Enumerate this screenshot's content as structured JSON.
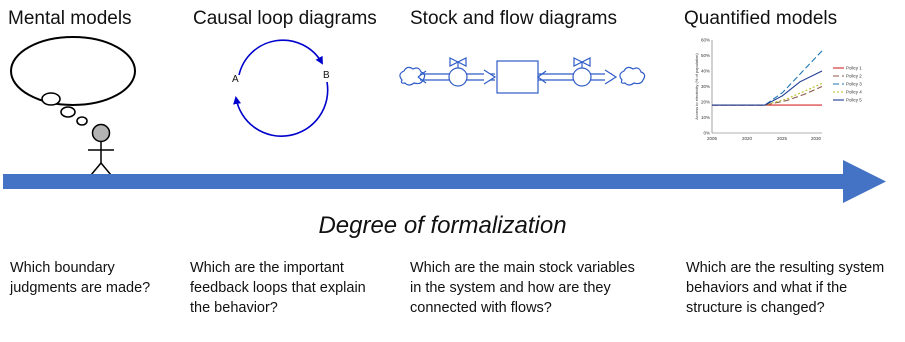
{
  "headings": {
    "mental": "Mental models",
    "causal": "Causal loop diagrams",
    "stock": "Stock and flow diagrams",
    "quantified": "Quantified models"
  },
  "causal_loop": {
    "node_a": "A",
    "node_b": "B"
  },
  "axis_title": "Degree of formalization",
  "questions": {
    "q1": "Which boundary judgments are made?",
    "q2": "Which are the important feedback loops that explain the behavior?",
    "q3": "Which are the main stock variables in the system and how are they connected with flows?",
    "q4": "Which are the resulting system behaviors and what if the structure is changed?"
  },
  "colors": {
    "arrow": "#4472C4",
    "diagram_blue": "#2F5CC8",
    "loop": "#0000CC"
  },
  "chart_data": {
    "type": "line",
    "ylabel": "Access to electricity (% of population)",
    "yticks": [
      "0%",
      "10%",
      "20%",
      "30%",
      "40%",
      "50%",
      "60%"
    ],
    "xticks": [
      "2005",
      "2020",
      "2025",
      "2030"
    ],
    "ylim": [
      0,
      60
    ],
    "xlim": [
      2005,
      2030
    ],
    "series": [
      {
        "name": "Policy 1",
        "color": "#D62728",
        "dash": "",
        "x": [
          2005,
          2030
        ],
        "y": [
          18,
          18
        ]
      },
      {
        "name": "Policy 2",
        "color": "#8C564B",
        "dash": "6,3",
        "x": [
          2005,
          2017,
          2022,
          2026,
          2030
        ],
        "y": [
          18,
          18,
          21,
          25,
          30
        ]
      },
      {
        "name": "Policy 3",
        "color": "#1F77B4",
        "dash": "6,3",
        "x": [
          2005,
          2017,
          2021,
          2025,
          2030
        ],
        "y": [
          18,
          18,
          26,
          38,
          53
        ]
      },
      {
        "name": "Policy 4",
        "color": "#BCBD22",
        "dash": "2,2",
        "x": [
          2005,
          2017,
          2022,
          2026,
          2030
        ],
        "y": [
          18,
          18,
          22,
          27,
          32
        ]
      },
      {
        "name": "Policy 5",
        "color": "#1F3A93",
        "dash": "",
        "x": [
          2005,
          2017,
          2021,
          2025,
          2030
        ],
        "y": [
          18,
          18,
          24,
          33,
          40
        ]
      }
    ]
  }
}
